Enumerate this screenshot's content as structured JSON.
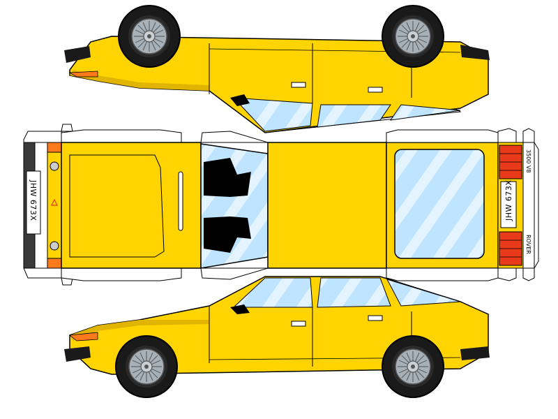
{
  "model": {
    "plate_front": "JHW 673X",
    "plate_rear": "JHW 673X",
    "badge_rear_top": "3500 V8",
    "badge_rear_bottom": "ROVER"
  },
  "colors": {
    "body": "#ffd400",
    "body_shadow": "#e0b400",
    "glass": "#bfe4ff",
    "glass_stripe": "#e8f6ff",
    "outline": "#000000",
    "tab": "#ffffff",
    "tyre": "#1a1a1a",
    "rim": "#9aa3aa",
    "indicator": "#ff7a1a",
    "taillight": "#e83a1a",
    "bumper": "#3a3a3a",
    "seat": "#000000"
  }
}
